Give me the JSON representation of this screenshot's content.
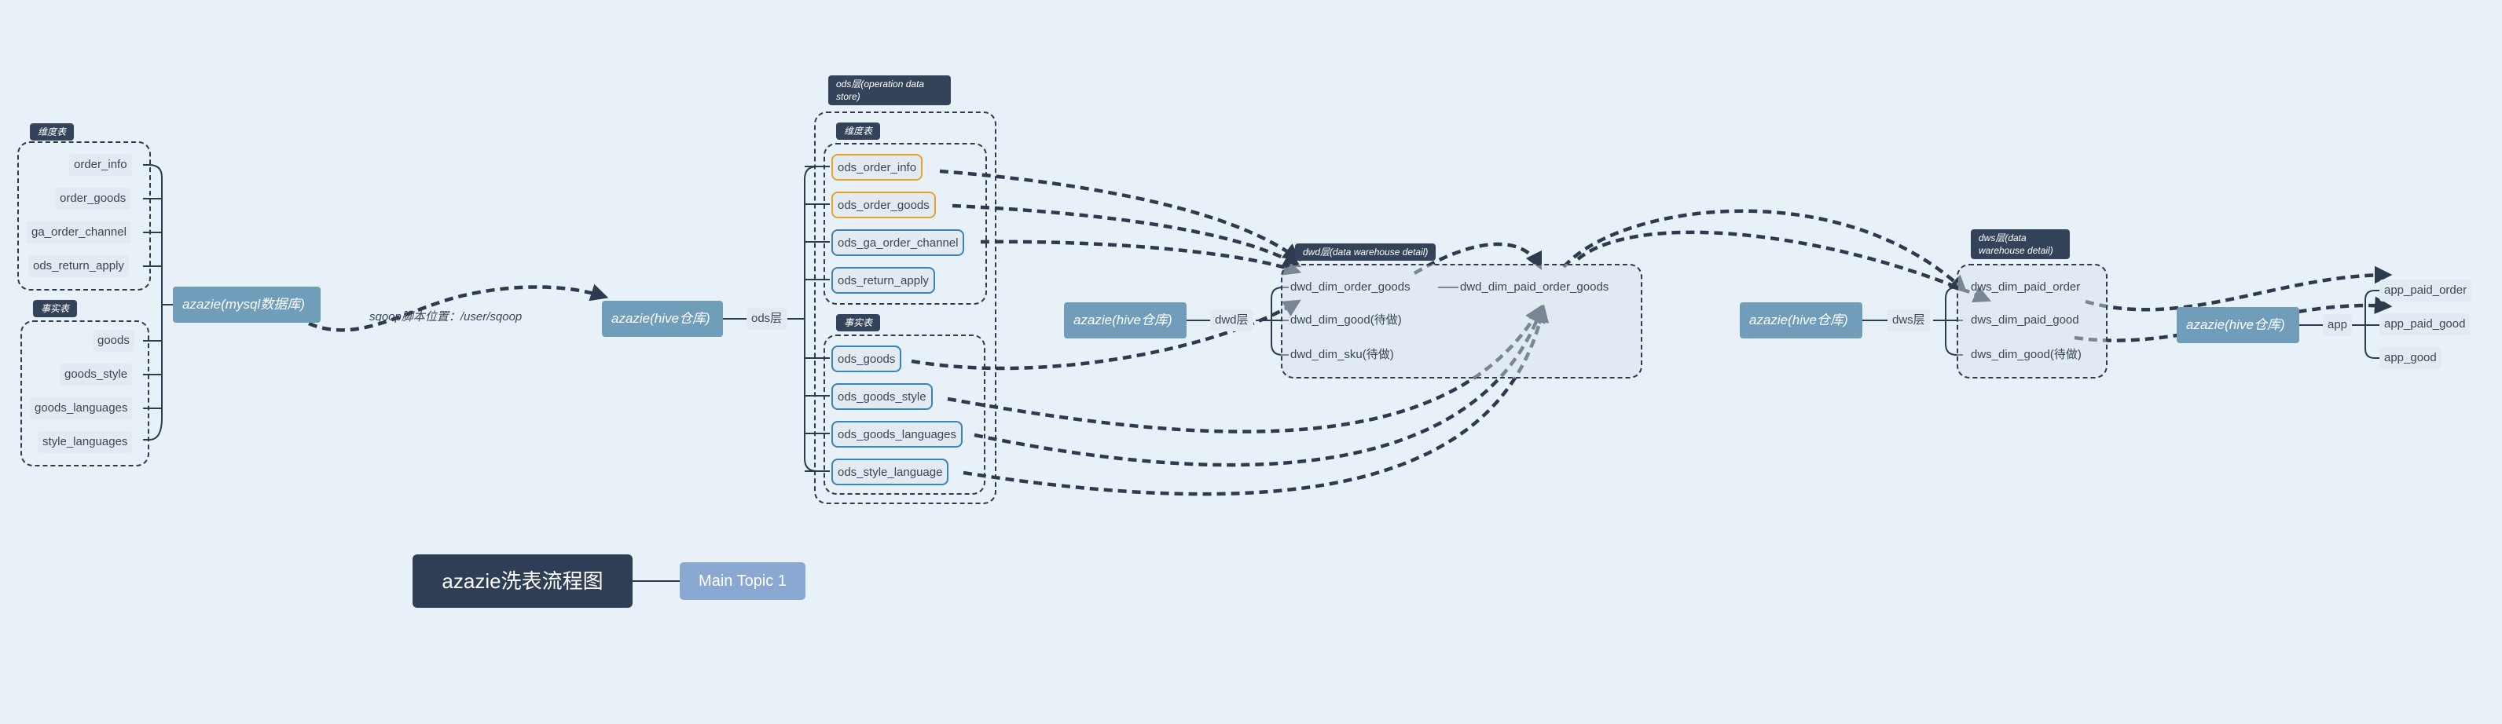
{
  "src": {
    "dim_tag": "维度表",
    "dims": [
      "order_info",
      "order_goods",
      "ga_order_channel",
      "ods_return_apply"
    ],
    "fact_tag": "事实表",
    "facts": [
      "goods",
      "goods_style",
      "goods_languages",
      "style_languages"
    ],
    "root": "azazie(mysql数据库)"
  },
  "sqoop": "sqoop脚本位置：/user/sqoop",
  "ods": {
    "root": "azazie(hive仓库)",
    "layer": "ods层",
    "box_tag": "ods层(operation data store)",
    "dim_tag": "维度表",
    "dims": [
      "ods_order_info",
      "ods_order_goods",
      "ods_ga_order_channel",
      "ods_return_apply"
    ],
    "fact_tag": "事实表",
    "facts": [
      "ods_goods",
      "ods_goods_style",
      "ods_goods_languages",
      "ods_style_language"
    ]
  },
  "dwd": {
    "root": "azazie(hive仓库)",
    "layer": "dwd层",
    "box_tag": "dwd层(data warehouse detail)",
    "items": [
      "dwd_dim_order_goods",
      "dwd_dim_good(待做)",
      "dwd_dim_sku(待做)"
    ],
    "paid": "dwd_dim_paid_order_goods"
  },
  "dws": {
    "root": "azazie(hive仓库)",
    "layer": "dws层",
    "box_tag": "dws层(data warehouse detail)",
    "items": [
      "dws_dim_paid_order",
      "dws_dim_paid_good",
      "dws_dim_good(待做)"
    ]
  },
  "app": {
    "root": "azazie(hive仓库)",
    "layer": "app",
    "items": [
      "app_paid_order",
      "app_paid_good",
      "app_good"
    ]
  },
  "legend": {
    "title": "azazie洗表流程图",
    "topic": "Main Topic 1"
  },
  "colors": {
    "background": "#e9f1f8",
    "root": "#6f9dba",
    "tag": "#34435a",
    "dashed_link": "#2e3b4e",
    "orange_border": "#e5a32c",
    "blue_border": "#3b82b8",
    "title_bg": "#2f3e55",
    "topic_bg": "#8aa8d2"
  }
}
